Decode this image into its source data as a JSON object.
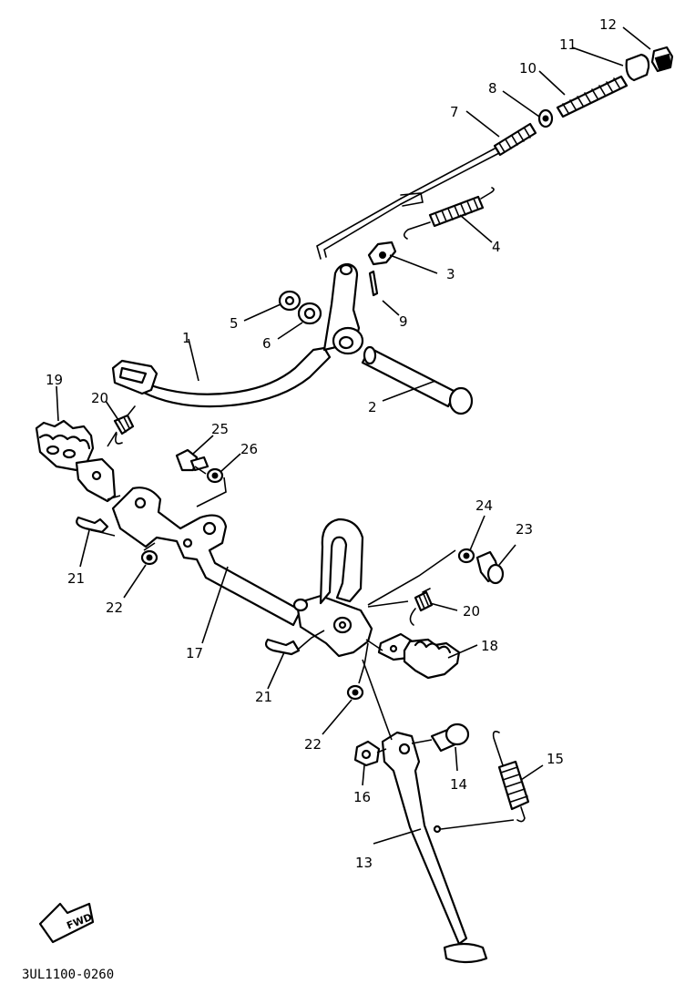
{
  "diagram": {
    "code": "3UL1100-0260",
    "fwd_label": "FWD",
    "labels": [
      "1",
      "2",
      "3",
      "4",
      "5",
      "6",
      "7",
      "8",
      "9",
      "10",
      "11",
      "12",
      "13",
      "14",
      "15",
      "16",
      "17",
      "18",
      "19",
      "20",
      "20",
      "21",
      "21",
      "22",
      "22",
      "23",
      "24",
      "25",
      "26"
    ]
  }
}
